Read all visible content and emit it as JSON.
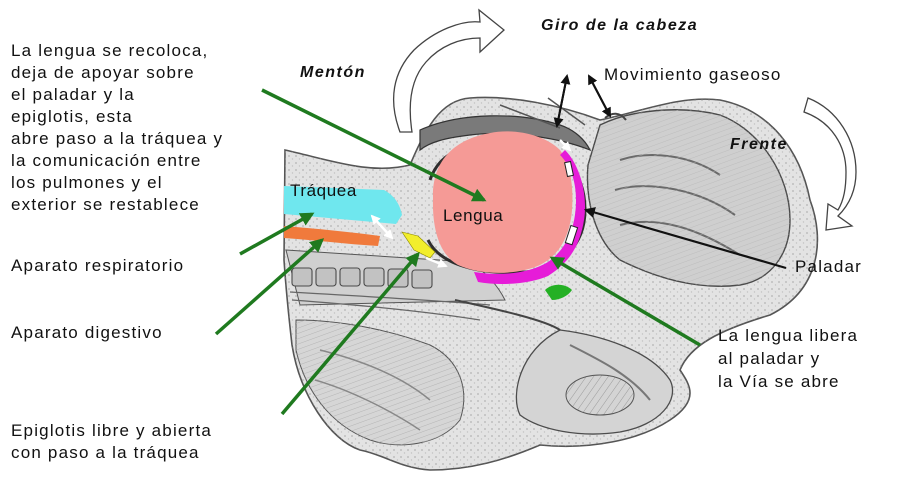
{
  "labels": {
    "giro": "Giro de la cabeza",
    "menton": "Mentón",
    "frente": "Frente",
    "movimiento": "Movimiento gaseoso",
    "lengua_desc": [
      "La lengua se recoloca,",
      "deja de apoyar sobre",
      "el paladar y la",
      "epiglotis, esta",
      "abre paso a la tráquea y",
      "la comunicación entre",
      "los pulmones y el",
      "exterior se restablece"
    ],
    "traquea": "Tráquea",
    "lengua": "Lengua",
    "aparato_respiratorio": "Aparato respiratorio",
    "aparato_digestivo": "Aparato digestivo",
    "epiglotis": [
      "Epiglotis libre y abierta",
      "con paso a la tráquea"
    ],
    "paladar": "Paladar",
    "libera": [
      "La lengua libera",
      "al paladar y",
      "la Vía se abre"
    ]
  },
  "colors": {
    "arrow_green": "#1f7a1f",
    "tongue": "#f59a96",
    "trachea": "#6fe7ee",
    "esophagus": "#f07a3c",
    "palate": "#e61cd8",
    "epiglottis": "#f2ee2c",
    "airflow_marks": "#1a1a1a"
  },
  "icons": [
    "curved-rotation-arrow-icon",
    "curved-rotation-arrow-icon"
  ]
}
